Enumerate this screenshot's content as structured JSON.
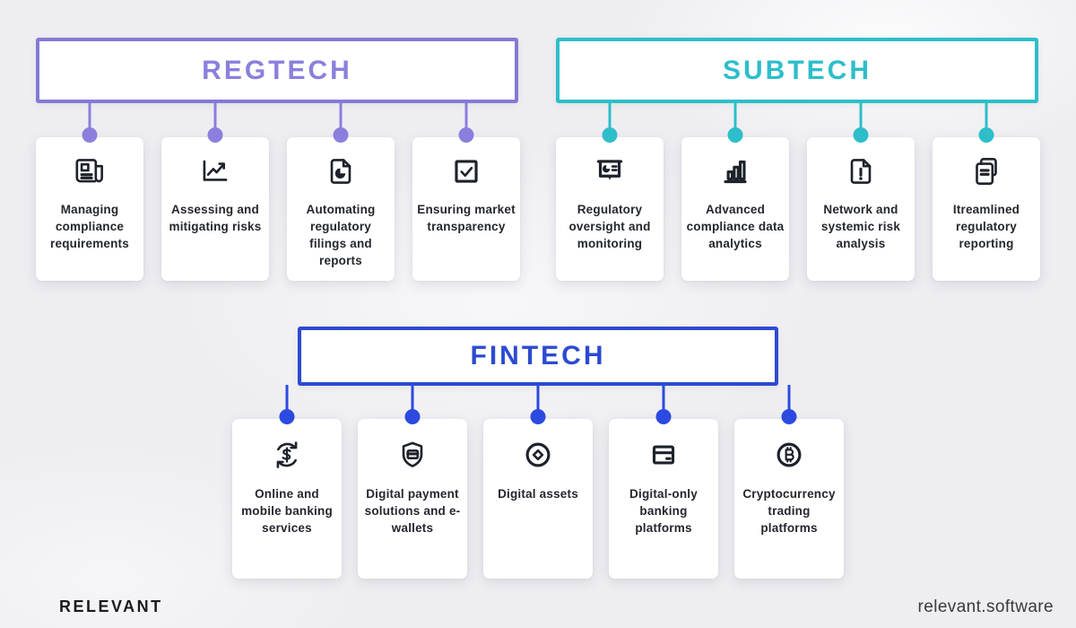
{
  "page": {
    "background_color": "#eeedf1",
    "card_color": "#ffffff",
    "icon_color": "#1d222b",
    "text_color": "#24272d"
  },
  "sections": [
    {
      "id": "regtech",
      "title": "REGTECH",
      "accent_color": "#8a7fdd",
      "cards": [
        {
          "icon": "newspaper-icon",
          "label": "Managing compliance requirements"
        },
        {
          "icon": "line-chart-icon",
          "label": "Assessing and mitigating risks"
        },
        {
          "icon": "document-pie-icon",
          "label": "Automating regulatory filings and reports"
        },
        {
          "icon": "checkbox-icon",
          "label": "Ensuring market transparency"
        }
      ]
    },
    {
      "id": "subtech",
      "title": "SUBTECH",
      "accent_color": "#2dbeca",
      "cards": [
        {
          "icon": "presentation-chart-icon",
          "label": "Regulatory oversight and monitoring"
        },
        {
          "icon": "bar-chart-icon",
          "label": "Advanced compliance data analytics"
        },
        {
          "icon": "document-alert-icon",
          "label": "Network and systemic risk analysis"
        },
        {
          "icon": "documents-stack-icon",
          "label": "Itreamlined regulatory reporting"
        }
      ]
    },
    {
      "id": "fintech",
      "title": "FINTECH",
      "accent_color": "#2c4ad1",
      "cards": [
        {
          "icon": "money-cycle-icon",
          "label": "Online and mobile banking services"
        },
        {
          "icon": "shield-card-icon",
          "label": "Digital payment solutions and e-wallets"
        },
        {
          "icon": "digital-asset-icon",
          "label": "Digital assets"
        },
        {
          "icon": "card-terminal-icon",
          "label": "Digital-only banking platforms"
        },
        {
          "icon": "bitcoin-icon",
          "label": "Cryptocurrency trading platforms"
        }
      ]
    }
  ],
  "footer": {
    "brand": "RELEVANT",
    "website": "relevant.software"
  }
}
